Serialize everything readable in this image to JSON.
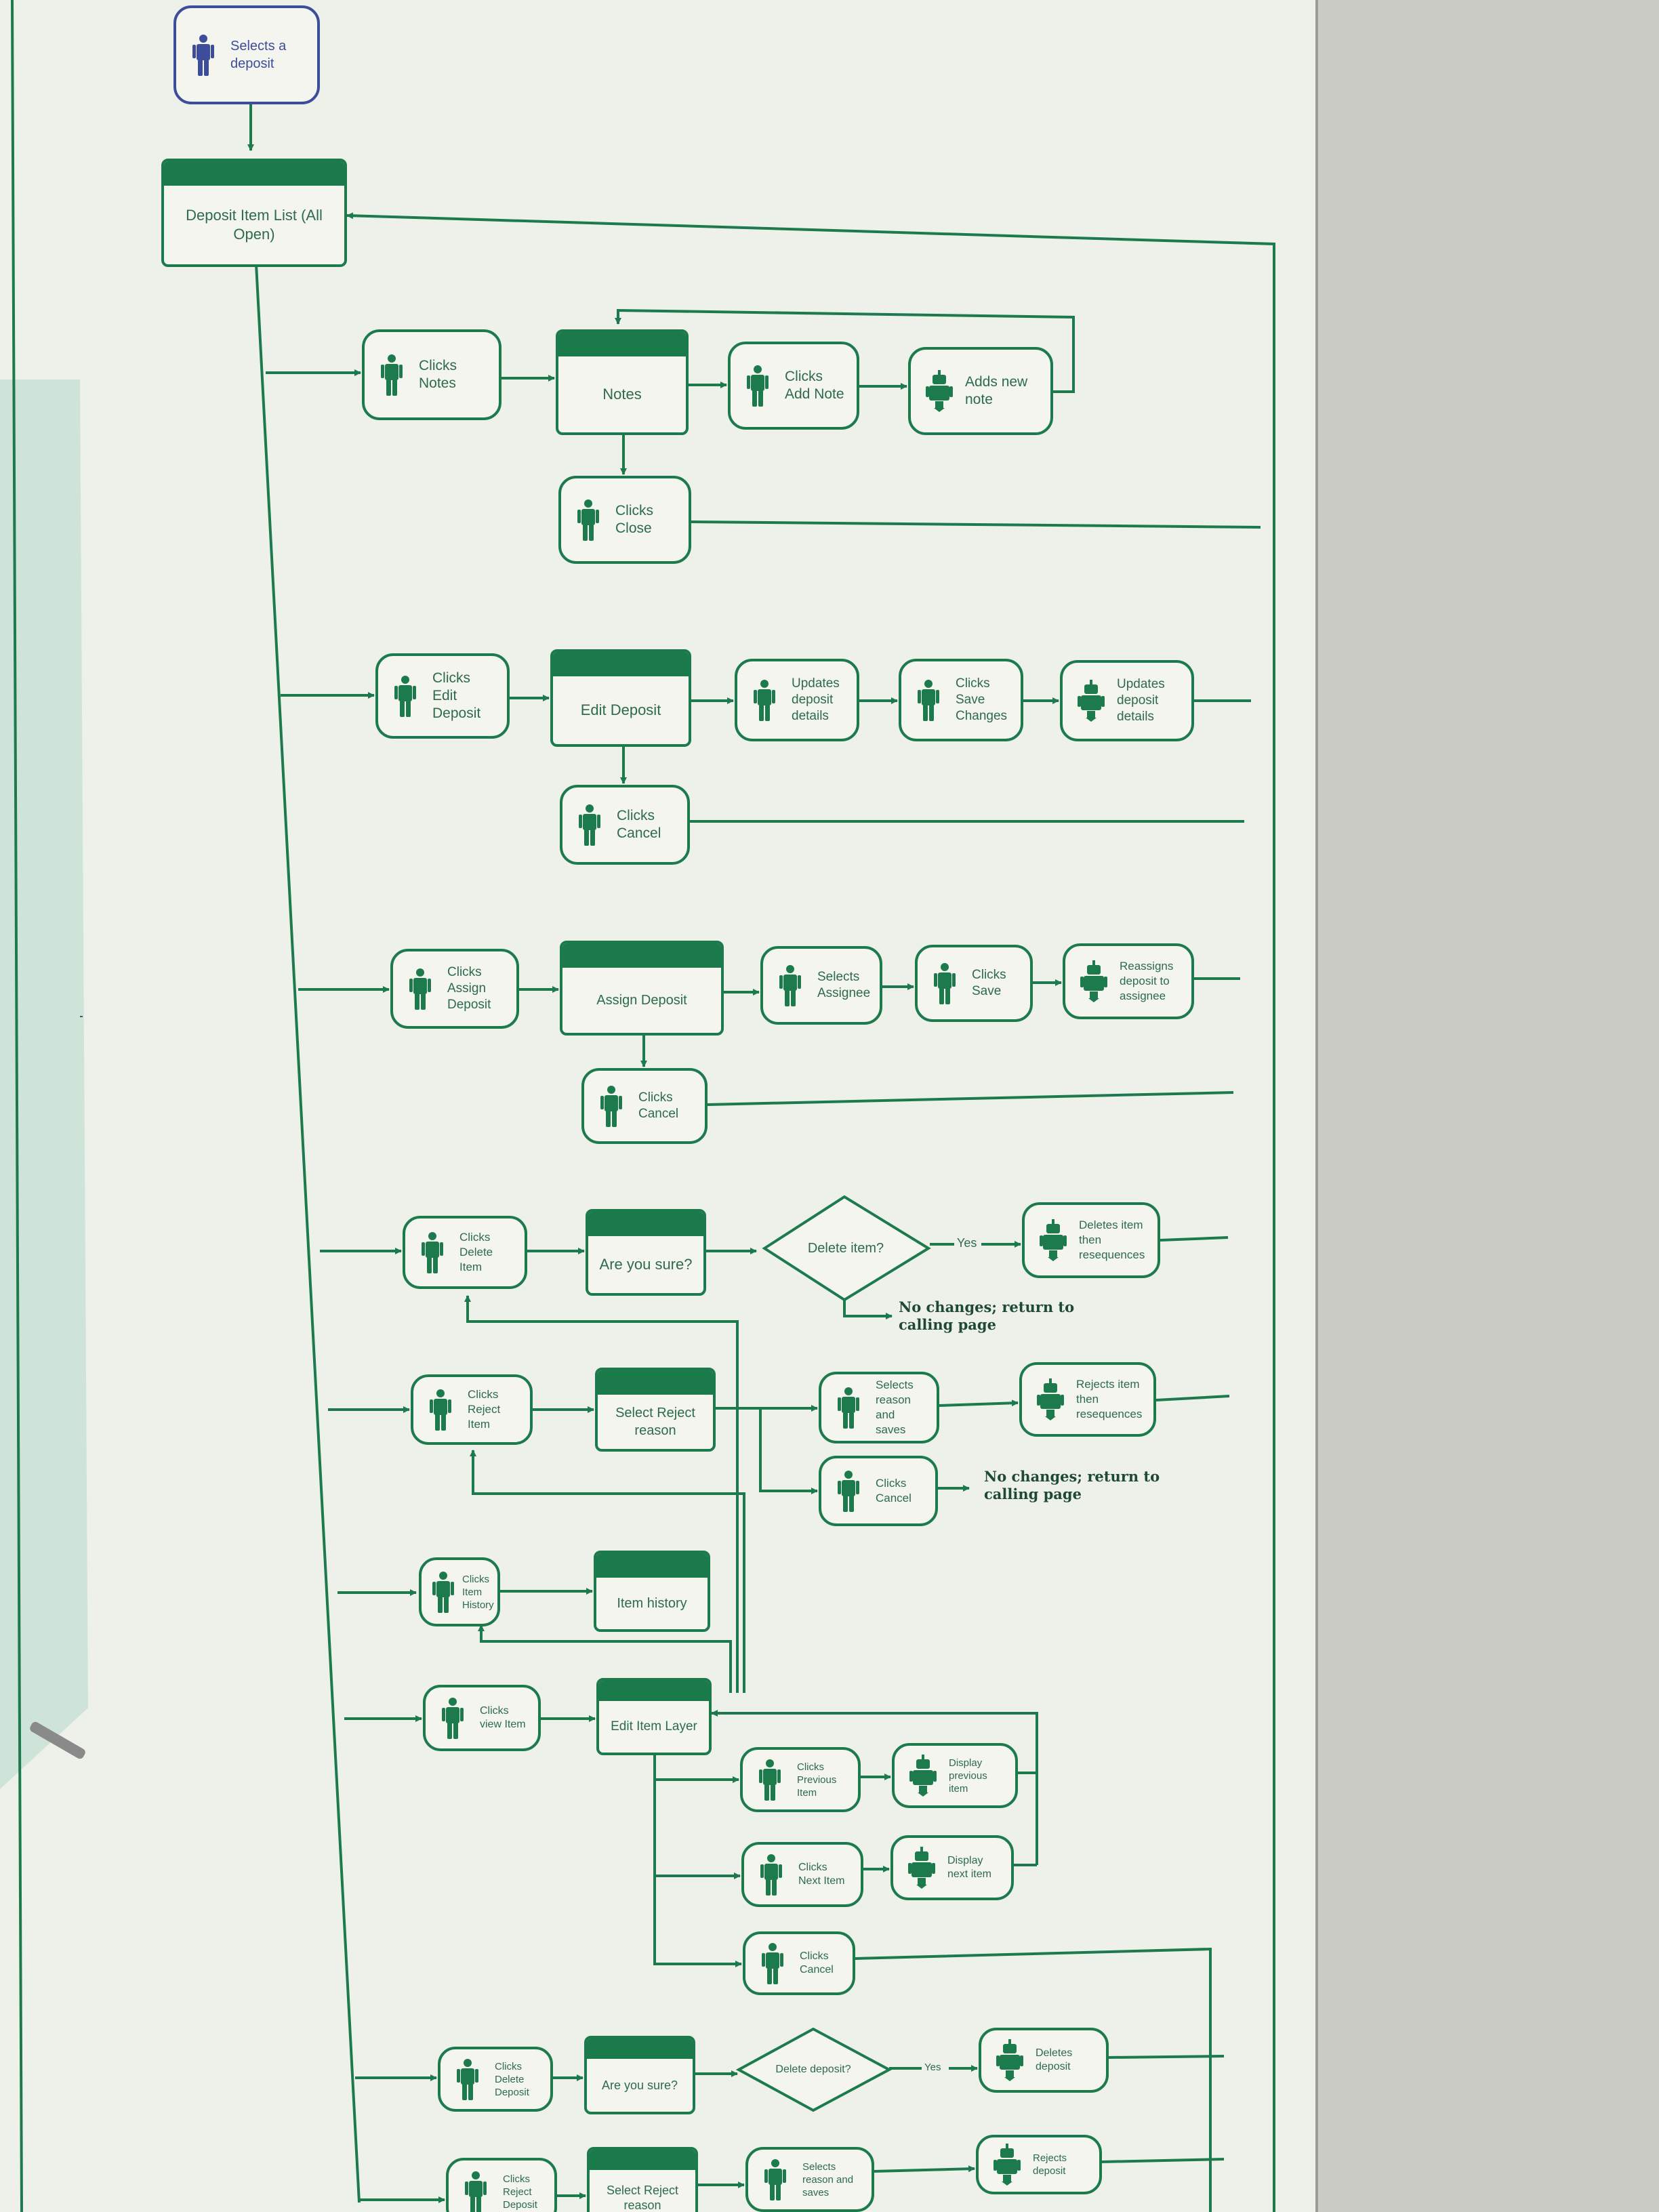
{
  "colors": {
    "primary": "#1d7a4c",
    "header": "#1a7a4a",
    "accent_blue": "#3d4d9a",
    "paper": "#eef0ea"
  },
  "start": {
    "label": "Selects a deposit"
  },
  "deposit_list": {
    "label": "Deposit Item List (All Open)"
  },
  "notes": {
    "clicks_notes": "Clicks Notes",
    "screen": "Notes",
    "clicks_add_note": "Clicks Add Note",
    "adds_new_note": "Adds new note",
    "clicks_close": "Clicks Close"
  },
  "edit_deposit": {
    "clicks_edit": "Clicks Edit Deposit",
    "screen": "Edit Deposit",
    "updates_user": "Updates deposit details",
    "clicks_save": "Clicks Save Changes",
    "updates_system": "Updates deposit details",
    "clicks_cancel": "Clicks Cancel"
  },
  "assign_deposit": {
    "clicks_assign": "Clicks Assign Deposit",
    "screen": "Assign Deposit",
    "selects_assignee": "Selects Assignee",
    "clicks_save": "Clicks Save",
    "reassigns": "Reassigns deposit to assignee",
    "clicks_cancel": "Clicks Cancel"
  },
  "delete_item": {
    "clicks_delete": "Clicks Delete Item",
    "screen": "Are you sure?",
    "decision": "Delete item?",
    "yes": "Yes",
    "deletes": "Deletes item then resequences",
    "no_change": "No changes; return to calling page"
  },
  "reject_item": {
    "clicks_reject": "Clicks Reject Item",
    "screen": "Select Reject reason",
    "selects_reason": "Selects reason and saves",
    "rejects": "Rejects item then resequences",
    "clicks_cancel": "Clicks Cancel",
    "no_change": "No changes; return to calling page"
  },
  "item_history": {
    "clicks_history": "Clicks Item History",
    "screen": "Item history"
  },
  "view_item": {
    "clicks_view": "Clicks view Item",
    "screen": "Edit Item Layer",
    "clicks_previous": "Clicks Previous Item",
    "display_previous": "Display previous item",
    "clicks_next": "Clicks Next Item",
    "display_next": "Display next item",
    "clicks_cancel": "Clicks Cancel"
  },
  "delete_deposit": {
    "clicks_delete": "Clicks Delete Deposit",
    "screen": "Are you sure?",
    "decision": "Delete deposit?",
    "yes": "Yes",
    "deletes": "Deletes deposit"
  },
  "reject_deposit": {
    "clicks_reject": "Clicks Reject Deposit",
    "screen": "Select Reject reason",
    "selects_reason": "Selects reason and saves",
    "rejects": "Rejects deposit"
  }
}
